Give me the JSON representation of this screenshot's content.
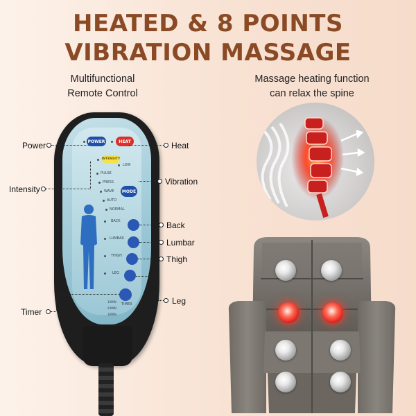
{
  "header": {
    "line1": "HEATED & 8 POINTS",
    "line2": "VIBRATION MASSAGE"
  },
  "left_caption": {
    "line1": "Multifunctional",
    "line2": "Remote Control"
  },
  "right_caption": {
    "line1": "Massage heating function",
    "line2": "can relax the spine"
  },
  "callouts": {
    "power": "Power",
    "heat": "Heat",
    "intensity": "Intensity",
    "vibration": "Vibration",
    "back": "Back",
    "lumbar": "Lumbar",
    "thigh": "Thigh",
    "leg": "Leg",
    "timer": "Timer"
  },
  "remote": {
    "power_btn": "POWER",
    "heat_btn": "HEAT",
    "intensity_btn": "INTENSITY",
    "low": "LOW",
    "pulse": "PULSE",
    "press": "PRESS",
    "wave": "WAVE",
    "auto": "AUTO",
    "normal": "NORMAL",
    "mode_btn": "MODE",
    "back": "BACK",
    "lumbar": "LUMBAR",
    "thigh": "THIGH",
    "leg": "LEG",
    "timer_btn": "TIMER",
    "t1": "10MIN",
    "t2": "20MIN",
    "t3": "30MIN"
  },
  "colors": {
    "title": "#8a4a25",
    "power_button": "#1f4fa8",
    "heat_button": "#d9302a",
    "intensity_button": "#f4e24a",
    "zone_buttons": "#2b58b5",
    "heat_node": "#e0201a"
  }
}
